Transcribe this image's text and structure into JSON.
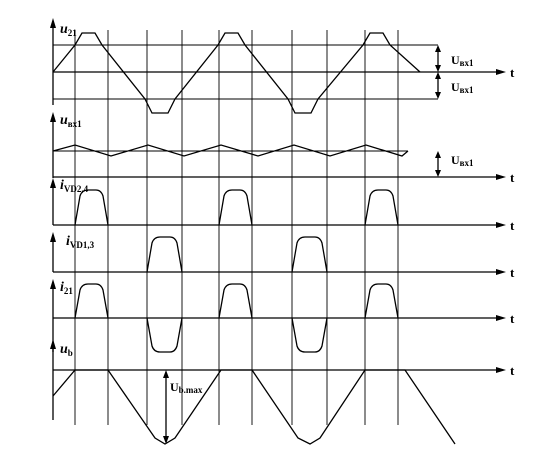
{
  "diagram": {
    "panels": [
      {
        "id": "u21",
        "label_main": "u",
        "label_sub": "21"
      },
      {
        "id": "uvx1",
        "label_main": "u",
        "label_sub": "вх1"
      },
      {
        "id": "ivd24",
        "label_main": "i",
        "label_sub": "VD2,4"
      },
      {
        "id": "ivd13",
        "label_main": "i",
        "label_sub": "VD1,3"
      },
      {
        "id": "i21",
        "label_main": "i",
        "label_sub": "21"
      },
      {
        "id": "ub",
        "label_main": "u",
        "label_sub": "b"
      }
    ],
    "time_axis_label": "t",
    "annotations": {
      "u_vx1_a": "U",
      "u_vx1_a_sub": "вх1",
      "u_vx1_b": "U",
      "u_vx1_b_sub": "вх1",
      "u_vx1_c": "U",
      "u_vx1_c_sub": "вх1",
      "ub_max": "U",
      "ub_max_sub": "b.max"
    }
  }
}
